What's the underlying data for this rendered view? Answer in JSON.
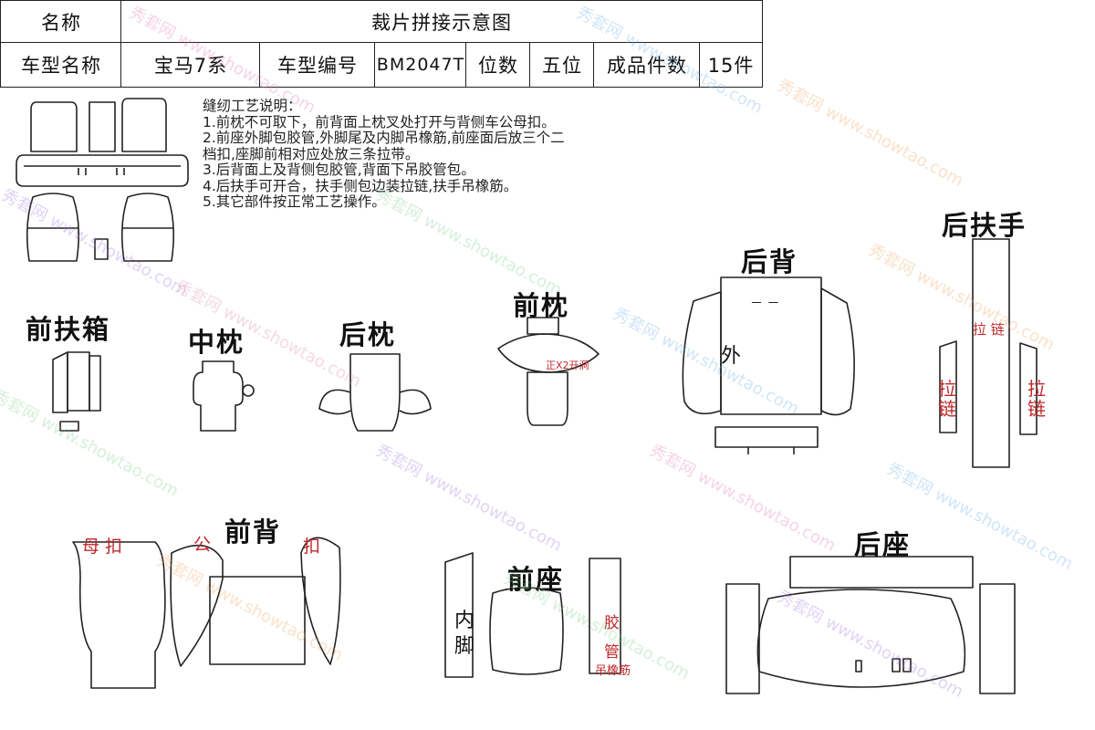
{
  "table": {
    "name_label": "名称",
    "title": "裁片拼接示意图",
    "model_name_label": "车型名称",
    "model_name": "宝马7系",
    "model_code_label": "车型编号",
    "model_code": "BM2047T",
    "seats_label": "位数",
    "seats": "五位",
    "pieces_label": "成品件数",
    "pieces": "15件"
  },
  "notes": {
    "heading": "缝纫工艺说明：",
    "lines": [
      "1.前枕不可取下，前背面上枕叉处打开与背侧车公母扣。",
      "2.前座外脚包胶管,外脚尾及内脚吊橡筋,前座面后放三个二",
      "档扣,座脚前相对应处放三条拉带。",
      "3.后背面上及背侧包胶管,背面下吊胶管包。",
      "4.后扶手可开合，扶手侧包边装拉链,扶手吊橡筋。",
      "5.其它部件按正常工艺操作。"
    ]
  },
  "parts": {
    "front_armrest_box": "前扶箱",
    "middle_headrest": "中枕",
    "rear_headrest": "后枕",
    "front_headrest": "前枕",
    "rear_back": "后背",
    "rear_armrest": "后扶手",
    "front_back": "前背",
    "front_seat": "前座",
    "rear_seat": "后座"
  },
  "annotations": {
    "front_headrest_hole": "正X2开洞",
    "rear_back_outer": "外",
    "rear_back_dash": "－ －",
    "armrest_zip_top": "拉 链",
    "armrest_zip_left_1": "拉",
    "armrest_zip_left_2": "链",
    "armrest_zip_right_1": "拉",
    "armrest_zip_right_2": "链",
    "front_back_female": "母 扣",
    "front_back_male": "公",
    "front_back_buckle": "扣",
    "front_seat_inner_1": "内",
    "front_seat_inner_2": "脚",
    "front_seat_tube_1": "胶",
    "front_seat_tube_2": "管",
    "front_seat_elastic": "吊橡筋"
  },
  "watermark": {
    "text_cn": "秀套网",
    "text_en": "www.showtao.com"
  }
}
